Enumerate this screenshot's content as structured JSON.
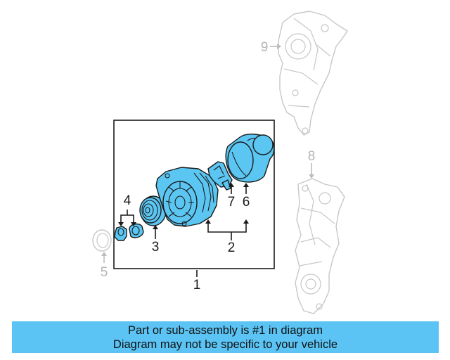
{
  "colors": {
    "highlight": "#5bc6f2",
    "banner": "#5bc4f4",
    "ghost_outline": "#c7c7c7",
    "line_dark": "#1a1a1a"
  },
  "callouts": {
    "c1": "1",
    "c2": "2",
    "c3": "3",
    "c4": "4",
    "c5": "5",
    "c6": "6",
    "c7": "7",
    "c8": "8",
    "c9": "9"
  },
  "banner": {
    "line1": "Part or sub-assembly is #1 in diagram",
    "line2": "Diagram may not be specific to your vehicle"
  }
}
